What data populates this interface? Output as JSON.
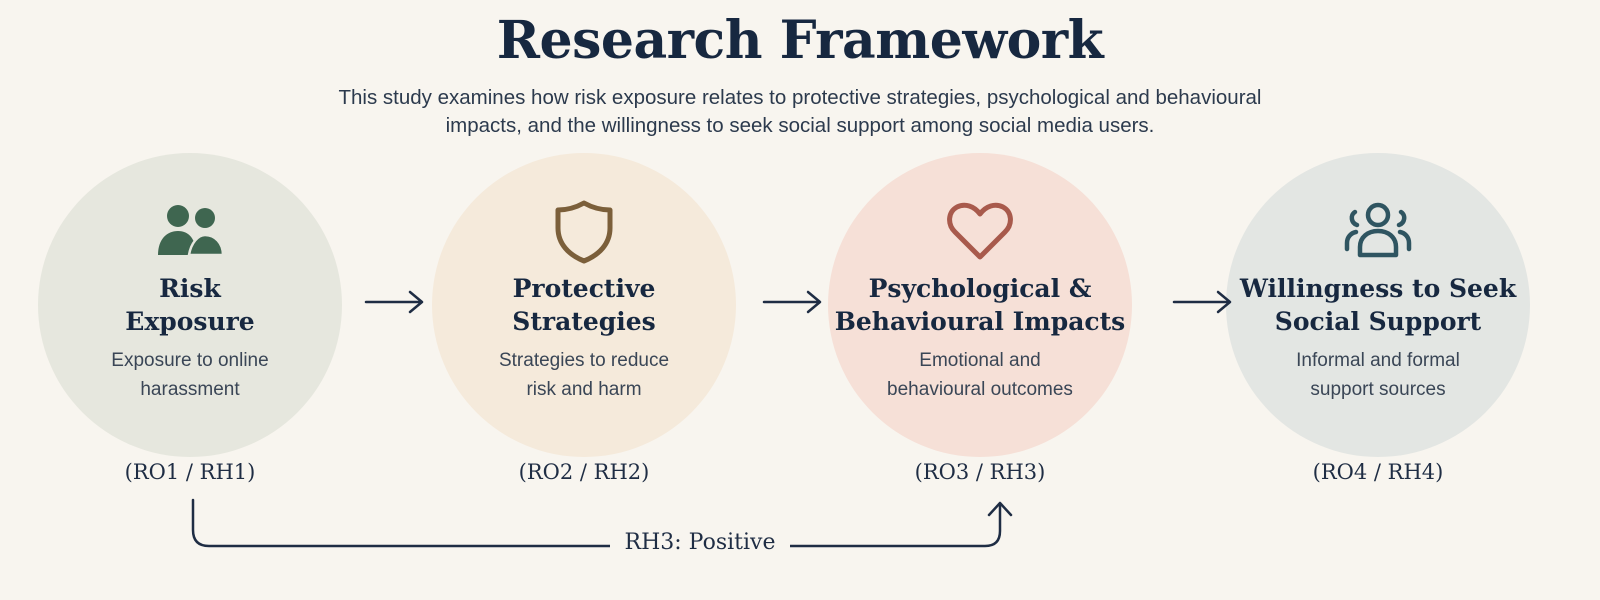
{
  "header": {
    "title": "Research Framework",
    "subtitle": "This study examines how risk exposure relates to protective strategies, psychological and behavioural impacts, and the willingness to seek social support among social media users."
  },
  "nodes": [
    {
      "icon": "people-icon",
      "title_line1": "Risk",
      "title_line2": "Exposure",
      "desc_line1": "Exposure to online",
      "desc_line2": "harassment",
      "code": "(RO1 / RH1)",
      "fill": "#e6e7de",
      "icon_color": "#3f6650"
    },
    {
      "icon": "shield-icon",
      "title_line1": "Protective",
      "title_line2": "Strategies",
      "desc_line1": "Strategies to reduce",
      "desc_line2": "risk and harm",
      "code": "(RO2 / RH2)",
      "fill": "#f5eadb",
      "icon_color": "#7b5f3a"
    },
    {
      "icon": "heart-icon",
      "title_line1": "Psychological &",
      "title_line2": "Behavioural Impacts",
      "desc_line1": "Emotional and",
      "desc_line2": "behavioural outcomes",
      "code": "(RO3 / RH3)",
      "fill": "#f6e0d7",
      "icon_color": "#a85a4c"
    },
    {
      "icon": "group-icon",
      "title_line1": "Willingness to Seek",
      "title_line2": "Social Support",
      "desc_line1": "Informal and formal",
      "desc_line2": "support sources",
      "code": "(RO4 / RH4)",
      "fill": "#e3e6e3",
      "icon_color": "#2f5561"
    }
  ],
  "link": {
    "label": "RH3: Positive",
    "from": "Risk Exposure",
    "to": "Psychological & Behavioural Impacts"
  },
  "colors": {
    "background": "#f8f5ef",
    "text": "#172840",
    "arrow": "#1f2d44"
  }
}
